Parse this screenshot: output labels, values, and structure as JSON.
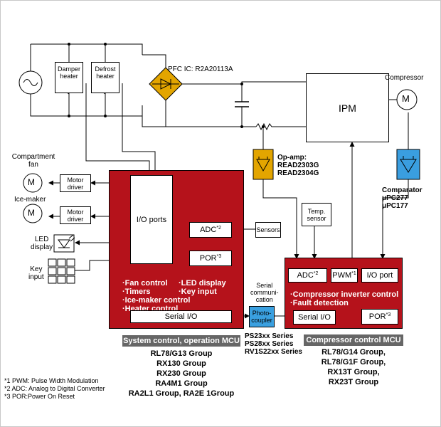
{
  "labels": {
    "damper_heater": "Damper heater",
    "defrost_heater": "Defrost heater",
    "pfc_ic": "PFC IC: R2A20113A",
    "ipm": "IPM",
    "compressor": "Compressor",
    "compressor_motor": "M",
    "opamp": [
      "Op-amp:",
      "READ2303G",
      "READ2304G"
    ],
    "comparator": [
      "Comparator",
      "μPC277",
      "μPC177"
    ],
    "compartment_fan": [
      "Compartment",
      "fan"
    ],
    "fan_motor": "M",
    "ice_maker": "Ice-maker",
    "ice_motor": "M",
    "motor_driver": [
      "Motor",
      "driver"
    ],
    "led_display": [
      "LED",
      "display"
    ],
    "key_input": [
      "Key",
      "input"
    ],
    "temp_sensor": [
      "Temp.",
      "sensor"
    ],
    "sensors": "Sensors",
    "serial_comm": [
      "Serial",
      "communi-",
      "cation"
    ],
    "photocoupler": [
      "Photo-",
      "coupler"
    ],
    "photo_series": [
      "PS23xx Series",
      "PS28xx Series",
      "RV1S22xx Series"
    ]
  },
  "system_mcu": {
    "io_ports": "I/O ports",
    "adc": "ADC",
    "adc_note": "*2",
    "por": "POR",
    "por_note": "*3",
    "serial_io": "Serial I/O",
    "functions_left": [
      "Fan control",
      "Timers",
      "Ice-maker control",
      "Heater control"
    ],
    "functions_right": [
      "LED display",
      "Key input"
    ],
    "banner": "System control, operation MCU",
    "groups": [
      "RL78/G13 Group",
      "RX130 Group",
      "RX230 Group",
      "RA4M1 Group",
      "RA2L1 Group, RA2E 1Group"
    ]
  },
  "compressor_mcu": {
    "adc": "ADC",
    "adc_note": "*2",
    "pwm": "PWM",
    "pwm_note": "*1",
    "io_port": "I/O port",
    "functions": [
      "Compressor inverter control",
      "Fault detection"
    ],
    "serial_io": "Serial I/O",
    "por": "POR",
    "por_note": "*3",
    "banner": "Compressor control MCU",
    "groups": [
      "RL78/G14 Group,",
      "RL78/G1F Group,",
      "RX13T Group,",
      "RX23T Group"
    ]
  },
  "footnotes": [
    "*1 PWM: Pulse Width Modulation",
    "*2 ADC: Analog to Digital Converter",
    "*3 POR:Power On Reset"
  ],
  "colors": {
    "mcu_red": "#b5121b",
    "pfc_amber": "#e3a500",
    "comparator_blue": "#3a9ee0",
    "photocoupler_blue": "#3aa0e0",
    "banner_gray": "#666666"
  }
}
